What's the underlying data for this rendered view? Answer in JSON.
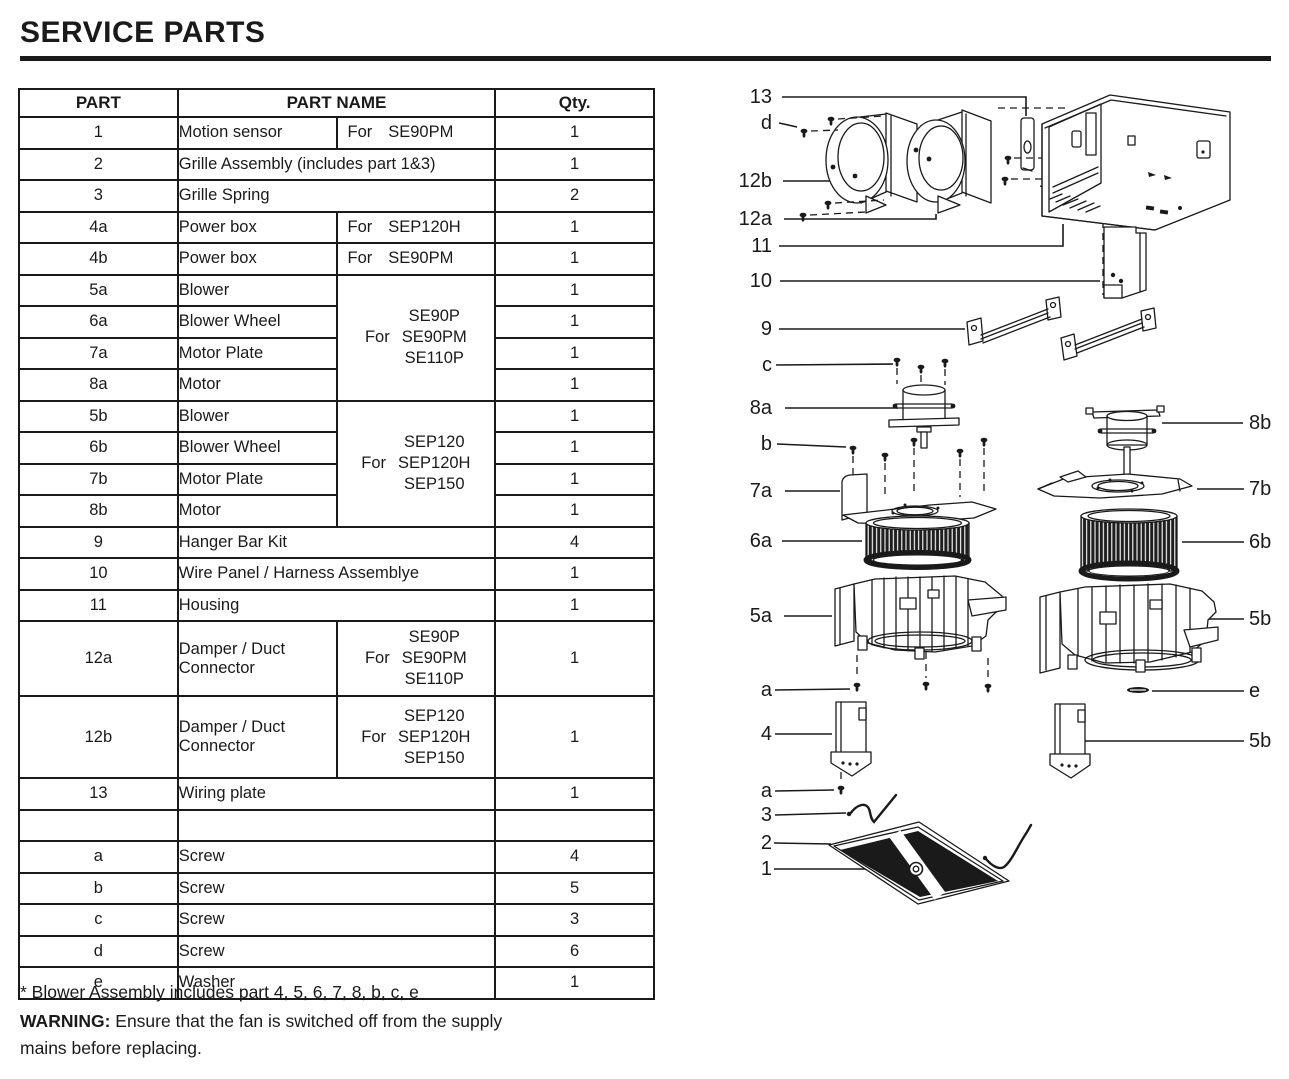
{
  "page": {
    "title": "SERVICE PARTS",
    "footnote": "* Blower Assembly includes part 4, 5, 6, 7, 8, b, c, e",
    "warning_label": "WARNING:",
    "warning_line1": "Ensure that the fan is switched off from the supply",
    "warning_line2": "mains before replacing."
  },
  "table": {
    "headers": {
      "part": "PART",
      "name": "PART NAME",
      "qty": "Qty."
    },
    "for_label": "For",
    "groups": {
      "a": {
        "models_text": "SE90P\nSE90PM\nSE110P"
      },
      "b": {
        "models_text": "SEP120\nSEP120H\nSEP150"
      }
    },
    "rows": {
      "r1": {
        "part": "1",
        "name": "Motion sensor",
        "for_model": "SE90PM",
        "qty": "1"
      },
      "r2": {
        "part": "2",
        "name": "Grille Assembly (includes part 1&3)",
        "qty": "1"
      },
      "r3": {
        "part": "3",
        "name": "Grille Spring",
        "qty": "2"
      },
      "r4a": {
        "part": "4a",
        "name": "Power box",
        "for_model": "SEP120H",
        "qty": "1"
      },
      "r4b": {
        "part": "4b",
        "name": "Power box",
        "for_model": "SE90PM",
        "qty": "1"
      },
      "r5a": {
        "part": "5a",
        "name": "Blower",
        "qty": "1"
      },
      "r6a": {
        "part": "6a",
        "name": "Blower Wheel",
        "qty": "1"
      },
      "r7a": {
        "part": "7a",
        "name": "Motor Plate",
        "qty": "1"
      },
      "r8a": {
        "part": "8a",
        "name": "Motor",
        "qty": "1"
      },
      "r5b": {
        "part": "5b",
        "name": "Blower",
        "qty": "1"
      },
      "r6b": {
        "part": "6b",
        "name": "Blower Wheel",
        "qty": "1"
      },
      "r7b": {
        "part": "7b",
        "name": "Motor Plate",
        "qty": "1"
      },
      "r8b": {
        "part": "8b",
        "name": "Motor",
        "qty": "1"
      },
      "r9": {
        "part": "9",
        "name": "Hanger Bar Kit",
        "qty": "4"
      },
      "r10": {
        "part": "10",
        "name": "Wire Panel / Harness Assemblye",
        "qty": "1"
      },
      "r11": {
        "part": "11",
        "name": "Housing",
        "qty": "1"
      },
      "r12a": {
        "part": "12a",
        "name": "Damper / Duct Connector",
        "qty": "1"
      },
      "r12b": {
        "part": "12b",
        "name": "Damper / Duct Connector",
        "qty": "1"
      },
      "r13": {
        "part": "13",
        "name": "Wiring plate",
        "qty": "1"
      },
      "ra": {
        "part": "a",
        "name": "Screw",
        "qty": "4"
      },
      "rb": {
        "part": "b",
        "name": "Screw",
        "qty": "5"
      },
      "rc": {
        "part": "c",
        "name": "Screw",
        "qty": "3"
      },
      "rd": {
        "part": "d",
        "name": "Screw",
        "qty": "6"
      },
      "re": {
        "part": "e",
        "name": "Washer",
        "qty": "1"
      }
    }
  },
  "diagram": {
    "ink": "#1a1a1a",
    "labels": [
      "13",
      "d",
      "12b",
      "12a",
      "11",
      "10",
      "9",
      "c",
      "8a",
      "b",
      "7a",
      "6a",
      "5a",
      "a",
      "4",
      "a",
      "3",
      "2",
      "1",
      "8b",
      "7b",
      "6b",
      "5b",
      "e",
      "5b"
    ]
  }
}
